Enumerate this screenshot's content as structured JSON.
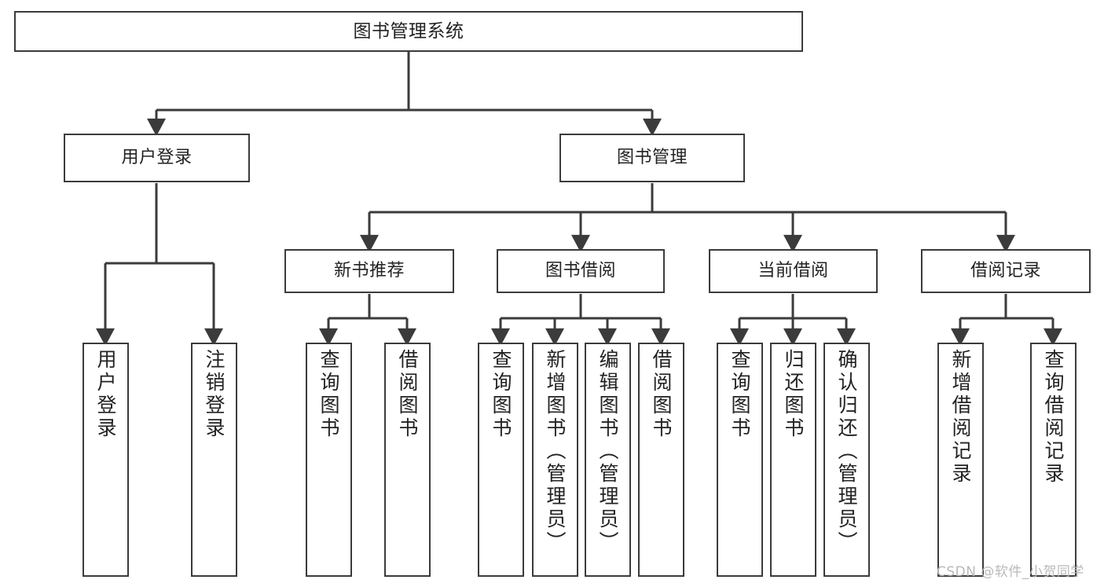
{
  "diagram": {
    "title": "图书管理系统",
    "type": "function-structure-tree",
    "watermark": "CSDN @软件_小贺同学",
    "accent_color": "#3b3b3b",
    "background_color": "#ffffff",
    "text_color": "#222222",
    "watermark_color": "#b9b9b9"
  },
  "nodes": {
    "root": {
      "label": "图书管理系统"
    },
    "level2": [
      {
        "label": "用户登录"
      },
      {
        "label": "图书管理"
      }
    ],
    "level3": [
      {
        "label": "新书推荐"
      },
      {
        "label": "图书借阅"
      },
      {
        "label": "当前借阅"
      },
      {
        "label": "借阅记录"
      }
    ],
    "leaves": {
      "user_login": [
        {
          "label": "用户登录"
        },
        {
          "label": "注销登录"
        }
      ],
      "new_book": [
        {
          "label": "查询图书"
        },
        {
          "label": "借阅图书"
        }
      ],
      "book_borrow": [
        {
          "label": "查询图书"
        },
        {
          "label": "新增图书（管理员）"
        },
        {
          "label": "编辑图书（管理员）"
        },
        {
          "label": "借阅图书"
        }
      ],
      "current_borrow": [
        {
          "label": "查询图书"
        },
        {
          "label": "归还图书"
        },
        {
          "label": "确认归还（管理员）"
        }
      ],
      "borrow_record": [
        {
          "label": "新增借阅记录"
        },
        {
          "label": "查询借阅记录"
        }
      ]
    }
  }
}
